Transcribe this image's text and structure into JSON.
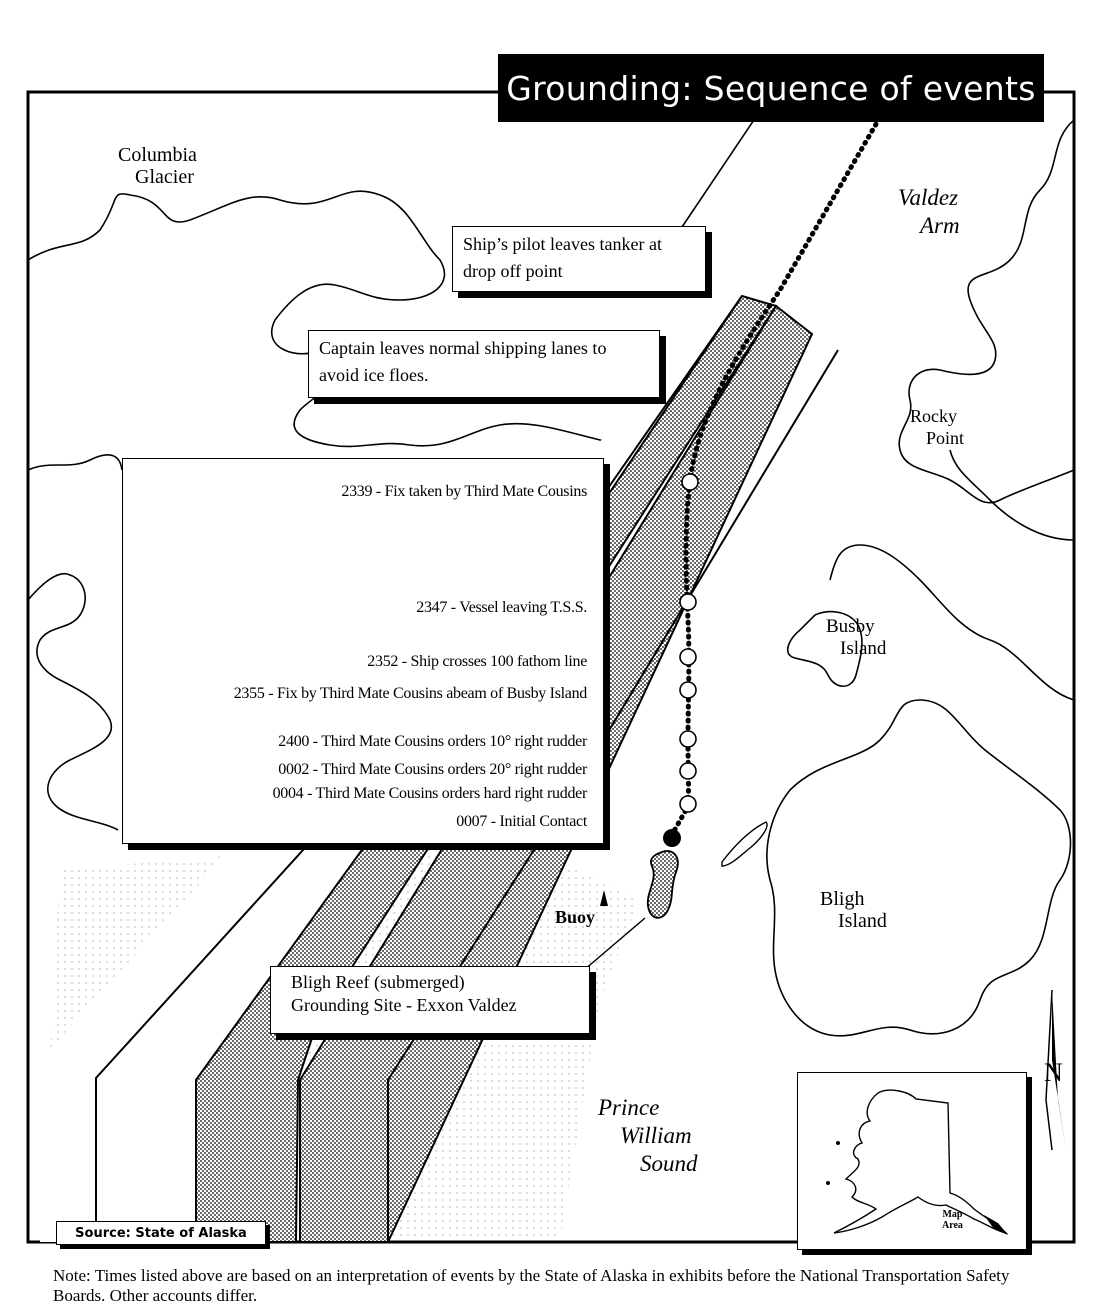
{
  "title": "Grounding: Sequence of events",
  "callouts": {
    "pilot": "Ship’s pilot leaves tanker at drop off point",
    "captain": "Captain leaves normal shipping lanes to avoid ice floes.",
    "reef": [
      "Bligh Reef (submerged)",
      "Grounding Site - Exxon Valdez"
    ]
  },
  "events": [
    {
      "time": "2339",
      "text": "2339 - Fix taken by Third Mate Cousins"
    },
    {
      "time": "2347",
      "text": "2347 - Vessel leaving T.S.S."
    },
    {
      "time": "2352",
      "text": "2352 - Ship crosses 100 fathom line"
    },
    {
      "time": "2355",
      "text": "2355 - Fix by Third Mate Cousins abeam of Busby Island"
    },
    {
      "time": "2400",
      "text": "2400 - Third Mate Cousins orders 10° right rudder"
    },
    {
      "time": "0002",
      "text": "0002 - Third Mate Cousins orders 20° right rudder"
    },
    {
      "time": "0004",
      "text": "0004 - Third Mate Cousins orders hard right rudder"
    },
    {
      "time": "0007",
      "text": "0007 - Initial Contact"
    }
  ],
  "places": {
    "columbia_glacier": [
      "Columbia",
      "Glacier"
    ],
    "valdez_arm": [
      "Valdez",
      "Arm"
    ],
    "rocky_point": [
      "Rocky",
      "Point"
    ],
    "busby_island": [
      "Busby",
      "Island"
    ],
    "bligh_island": [
      "Bligh",
      "Island"
    ],
    "prince_william_sound": [
      "Prince",
      "William",
      "Sound"
    ],
    "buoy": "Buoy"
  },
  "north_label": "N",
  "inset": {
    "label": [
      "Map",
      "Area"
    ]
  },
  "source": "Source: State of Alaska",
  "note": "Note: Times listed above are based on an interpretation of events by the State of Alaska in exhibits before the National Transportation Safety Boards. Other accounts differ.",
  "colors": {
    "ink": "#000000",
    "paper": "#ffffff",
    "lane_fill": "#c8c8c8"
  }
}
